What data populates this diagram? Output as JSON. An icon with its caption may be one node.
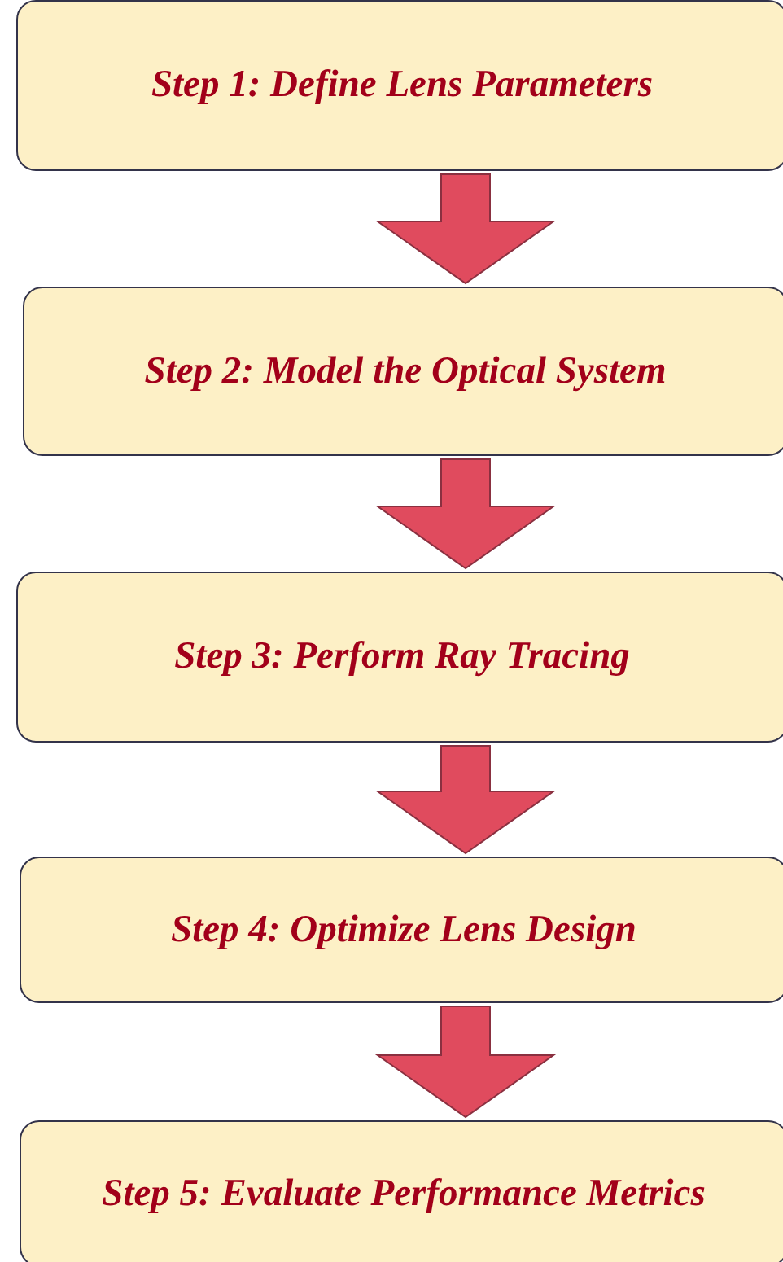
{
  "diagram": {
    "nodes": [
      {
        "text": [
          "Step 1: Define Lens Parameters"
        ]
      },
      {
        "text": [
          "Step 2: Model the Optical System"
        ]
      },
      {
        "text": [
          "Step 3: Perform Ray Tracing"
        ]
      },
      {
        "text": [
          "Step 4: Optimize Lens Design"
        ]
      },
      {
        "text": [
          "Step 5: Evaluate Performance Metrics"
        ]
      }
    ],
    "edges": [
      {
        "from": 0,
        "to": 1,
        "arrow": "to"
      },
      {
        "from": 1,
        "to": 2,
        "arrow": "to"
      },
      {
        "from": 2,
        "to": 3,
        "arrow": "to"
      },
      {
        "from": 3,
        "to": 4,
        "arrow": "to"
      }
    ]
  }
}
